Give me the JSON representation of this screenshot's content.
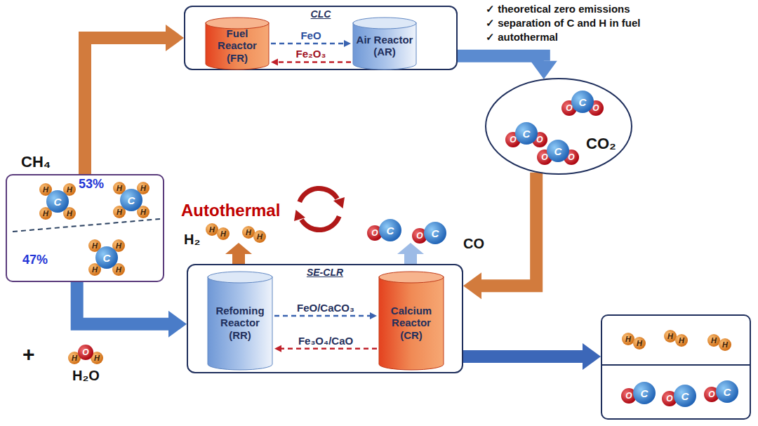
{
  "diagram": {
    "nodes": [
      {
        "text": [
          "CLC"
        ]
      },
      {
        "text": [
          "Fuel Reactor (FR)"
        ],
        "in": 0
      },
      {
        "text": [
          "Air Reactor (AR)"
        ],
        "in": 0
      },
      {
        "text": [
          "CH₄",
          "53%",
          "47%",
          "C",
          "H",
          "H",
          "H",
          "H",
          "C",
          "H",
          "H",
          "H",
          "H",
          "C",
          "H",
          "H",
          "H",
          "H"
        ]
      },
      {
        "text": [
          "CO₂",
          "C",
          "O",
          "O",
          "C",
          "O",
          "O",
          "C",
          "O",
          "O"
        ]
      },
      {
        "text": [
          "SE-CLR"
        ]
      },
      {
        "text": [
          "Refoming Reactor (RR)"
        ],
        "in": 5
      },
      {
        "text": [
          "Calcium Reactor (CR)"
        ],
        "in": 5
      },
      {
        "text": [
          "H",
          "H",
          "H",
          "H",
          "H",
          "H",
          "O",
          "C",
          "O",
          "C",
          "O",
          "C"
        ]
      }
    ],
    "edges": [
      {
        "from": 1,
        "to": 2,
        "label": "FeO",
        "arrow": "to"
      },
      {
        "from": 2,
        "to": 1,
        "label": "Fe₂O₃",
        "arrow": "to"
      },
      {
        "from": 6,
        "to": 7,
        "label": "FeO/CaCO₃",
        "arrow": "to"
      },
      {
        "from": 7,
        "to": 6,
        "label": "Fe₃O₄/CaO",
        "arrow": "to"
      },
      {
        "from": 3,
        "to": 0,
        "arrow": "to"
      },
      {
        "from": 0,
        "to": 4,
        "arrow": "to"
      },
      {
        "from": 4,
        "to": 5,
        "arrow": "to"
      },
      {
        "from": 3,
        "to": 5,
        "arrow": "to"
      },
      {
        "from": 5,
        "to": 8,
        "arrow": "to"
      }
    ],
    "labels": [
      "✓ theoretical zero emissions",
      "✓ separation of C and H in fuel",
      "✓ autothermal",
      "Autothermal",
      "H₂",
      "H",
      "H",
      "H",
      "H",
      "CO",
      "O",
      "C",
      "O",
      "C",
      "+",
      "H",
      "O",
      "H",
      "H₂O"
    ]
  }
}
